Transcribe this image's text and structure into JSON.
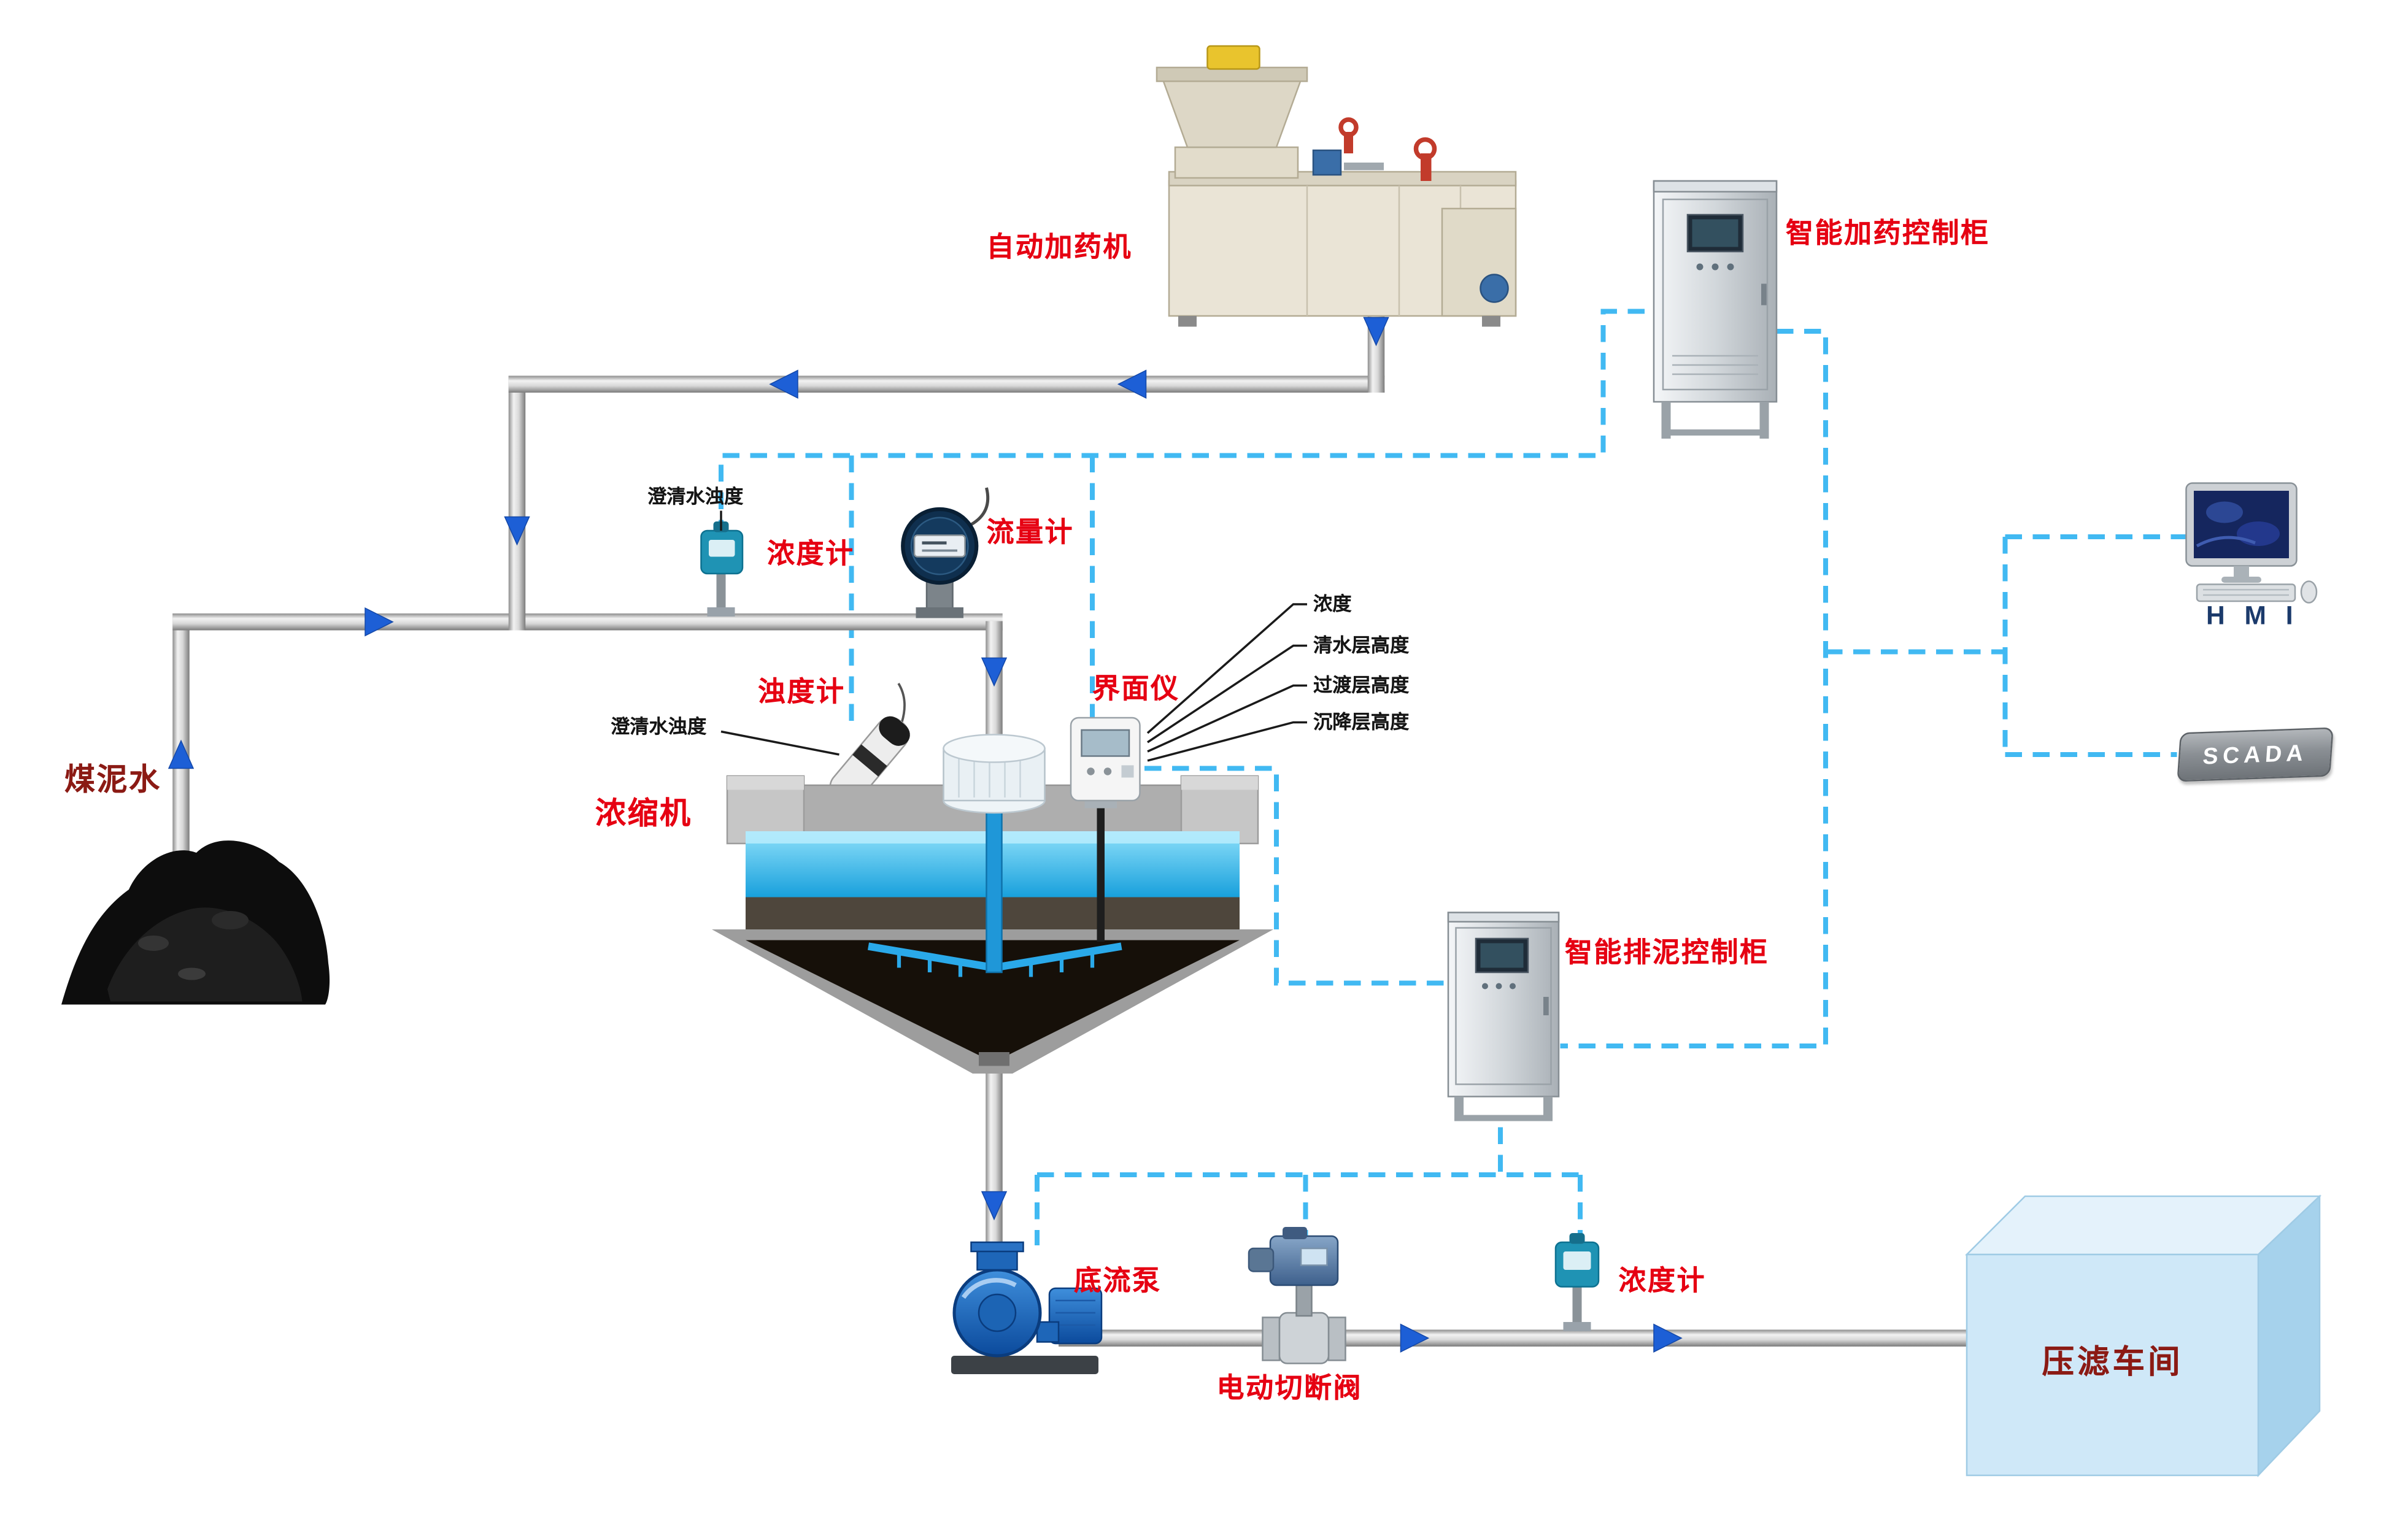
{
  "diagram": {
    "nodes": {
      "dosing_machine": {
        "label": "自动加药机"
      },
      "dosing_cabinet": {
        "label": "智能加药控制柜"
      },
      "hmi": {
        "label": "H M I"
      },
      "scada": {
        "label": "SCADA"
      },
      "coal_slurry": {
        "label": "煤泥水"
      },
      "concentration_meter_top": {
        "label": "浓度计",
        "note": "澄清水浊度"
      },
      "flow_meter": {
        "label": "流量计"
      },
      "turbidity_meter": {
        "label": "浊度计",
        "note": "澄清水浊度"
      },
      "interface_meter": {
        "label": "界面仪",
        "params": [
          "浓度",
          "清水层高度",
          "过渡层高度",
          "沉降层高度"
        ]
      },
      "thickener": {
        "label": "浓缩机"
      },
      "sludge_cabinet": {
        "label": "智能排泥控制柜"
      },
      "underflow_pump": {
        "label": "底流泵"
      },
      "shutoff_valve": {
        "label": "电动切断阀"
      },
      "concentration_meter_bottom": {
        "label": "浓度计"
      },
      "filter_press": {
        "label": "压滤车间"
      }
    },
    "colors": {
      "device_label_red": "#e60012",
      "dark_red_label": "#8b1a14",
      "signal_dashed_blue": "#41b9f2",
      "flow_arrow_blue": "#1d5fd6",
      "pipe_gray": "#d6d6d6",
      "water_blue": "#29abe2",
      "filter_press_blue": "#cfe8f8"
    }
  }
}
